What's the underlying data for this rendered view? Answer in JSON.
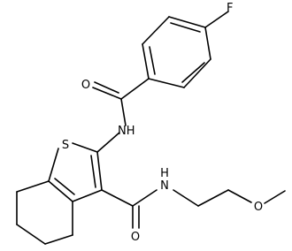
{
  "molecule": {
    "atoms": {
      "fluorine": "F",
      "carbonyl_oxygen_top": "O",
      "amide_nh_top": "NH",
      "sulfur": "S",
      "amide_nh_right": "N",
      "amide_h_right": "H",
      "carbonyl_oxygen_bottom": "O",
      "ether_oxygen": "O"
    },
    "bond_color": "#000000",
    "background_color": "#ffffff"
  }
}
